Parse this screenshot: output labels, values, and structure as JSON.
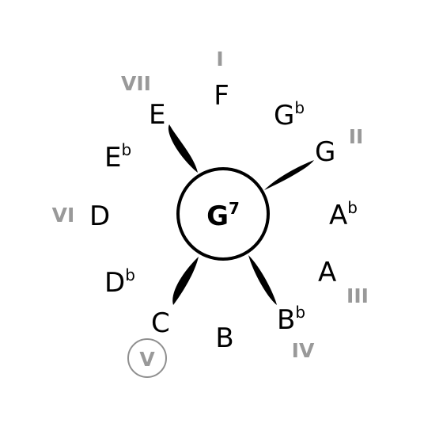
{
  "center": {
    "root": "G",
    "quality": "7"
  },
  "notes": [
    {
      "id": "f",
      "letter": "F",
      "accidental": ""
    },
    {
      "id": "gb",
      "letter": "G",
      "accidental": "b"
    },
    {
      "id": "g",
      "letter": "G",
      "accidental": ""
    },
    {
      "id": "ab",
      "letter": "A",
      "accidental": "b"
    },
    {
      "id": "a",
      "letter": "A",
      "accidental": ""
    },
    {
      "id": "bb",
      "letter": "B",
      "accidental": "b"
    },
    {
      "id": "b",
      "letter": "B",
      "accidental": ""
    },
    {
      "id": "c",
      "letter": "C",
      "accidental": ""
    },
    {
      "id": "db",
      "letter": "D",
      "accidental": "b"
    },
    {
      "id": "d",
      "letter": "D",
      "accidental": ""
    },
    {
      "id": "eb",
      "letter": "E",
      "accidental": "b"
    },
    {
      "id": "e",
      "letter": "E",
      "accidental": ""
    }
  ],
  "degrees": [
    {
      "id": "i",
      "label": "I",
      "circled": false
    },
    {
      "id": "ii",
      "label": "II",
      "circled": false
    },
    {
      "id": "iii",
      "label": "III",
      "circled": false
    },
    {
      "id": "iv",
      "label": "IV",
      "circled": false
    },
    {
      "id": "v",
      "label": "V",
      "circled": true
    },
    {
      "id": "vi",
      "label": "VI",
      "circled": false
    },
    {
      "id": "vii",
      "label": "VII",
      "circled": false
    }
  ],
  "chord_tone_notes": [
    "g",
    "bb",
    "c",
    "e"
  ],
  "colors": {
    "ink": "#000000",
    "degree": "#999999",
    "circle": "#000000"
  }
}
